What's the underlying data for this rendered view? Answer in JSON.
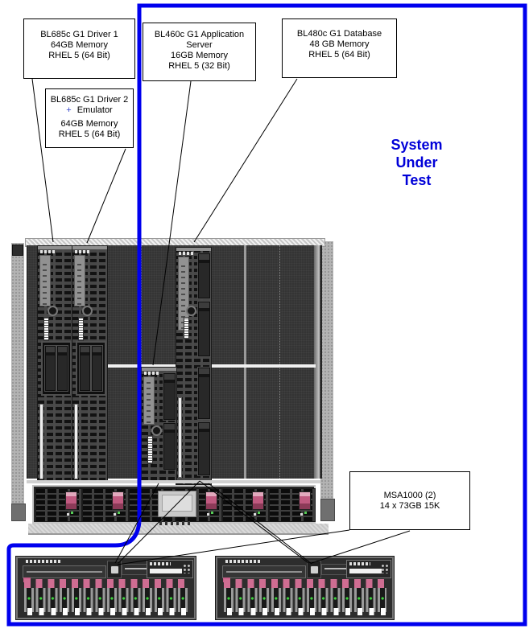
{
  "callouts": {
    "driver1": {
      "line1": "BL685c G1 Driver 1",
      "line2": "64GB Memory",
      "line3": "RHEL 5 (64 Bit)"
    },
    "driver2": {
      "line1": "BL685c G1 Driver 2",
      "plus": "+",
      "emulator": "Emulator",
      "line3": "64GB Memory",
      "line4": "RHEL 5 (64 Bit)"
    },
    "app_server": {
      "line1": "BL460c G1  Application",
      "line2": "Server",
      "line3": "16GB Memory",
      "line4": "RHEL 5 (32 Bit)"
    },
    "database": {
      "line1": "BL480c G1  Database",
      "line2": "48 GB Memory",
      "line3": "RHEL 5 (64 Bit)"
    },
    "storage": {
      "line1": "MSA1000 (2)",
      "line2": "14 x 73GB 15K"
    }
  },
  "labels": {
    "system_under_test": [
      "System",
      "Under",
      "Test"
    ]
  },
  "colors": {
    "boundary_blue": "#0000ee",
    "sut_text_blue": "#0000d8",
    "handle_pink": "#c9648c",
    "leader_black": "#000000"
  }
}
